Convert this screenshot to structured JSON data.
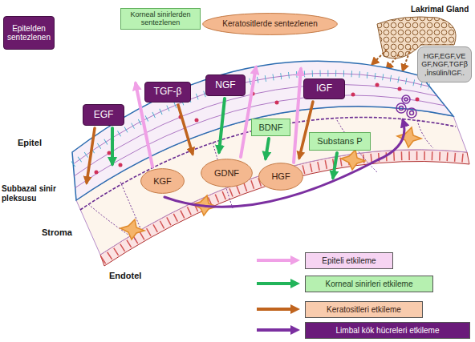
{
  "diagram": {
    "nodes": [
      {
        "text": [
          "Epitelden sentezlenen"
        ]
      },
      {
        "text": [
          "Korneal sinirlerden sentezlenen"
        ]
      },
      {
        "text": [
          "Keratositlerde sentezlenen"
        ]
      },
      {
        "text": [
          "HGF,EGF,VEGF,NGF,TGFβ ,İnsülin/IGF.."
        ]
      },
      {
        "text": [
          "EGF"
        ]
      },
      {
        "text": [
          "TGF-β"
        ]
      },
      {
        "text": [
          "NGF"
        ]
      },
      {
        "text": [
          "IGF"
        ]
      },
      {
        "text": [
          "BDNF"
        ]
      },
      {
        "text": [
          "Substans P"
        ]
      },
      {
        "text": [
          "KGF"
        ]
      },
      {
        "text": [
          "GDNF"
        ]
      },
      {
        "text": [
          "HGF"
        ]
      }
    ],
    "labels": [
      "Lakrimal Gland",
      "Epitel",
      "Subbazal sinir pleksusu",
      "Stroma",
      "Endotel"
    ],
    "legend": [
      {
        "text": "Epiteli etkileme",
        "color": "#f0a0e6"
      },
      {
        "text": "Korneal sinirleri etkileme",
        "color": "#22b45a"
      },
      {
        "text": "Keratositleri etkileme",
        "color": "#c0641e"
      },
      {
        "text": "Limbal kök hücreleri etkileme",
        "color": "#7b2fa0"
      }
    ]
  }
}
